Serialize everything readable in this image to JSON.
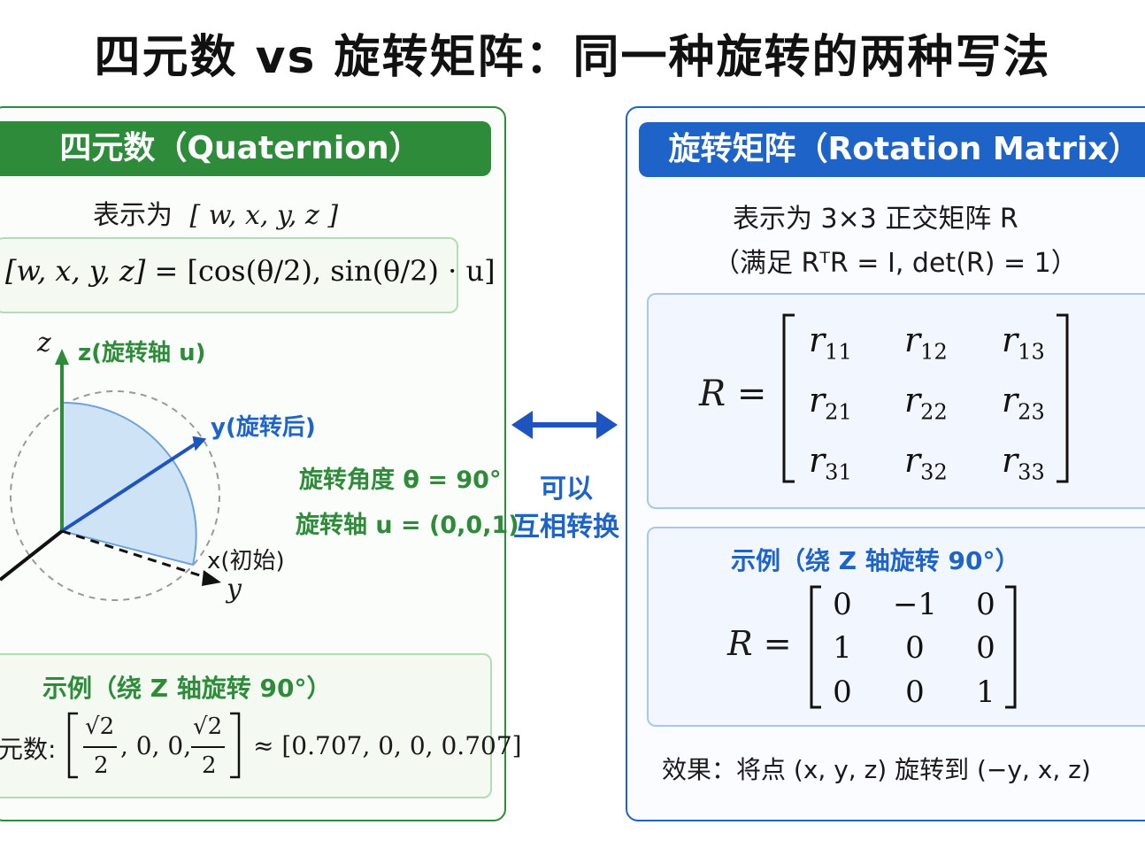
{
  "title": "四元数 vs 旋转矩阵：同一种旋转的两种写法",
  "left": {
    "header": "四元数（Quaternion）",
    "represent_label": "表示为",
    "represent_formula": "[ w, x, y, z ]",
    "formula_lhs": "[w, x, y, z] =",
    "formula_rhs": "[cos(θ/2), sin(θ/2) · u]",
    "diagram": {
      "z_axis": "z",
      "z_label": "z(旋转轴 u)",
      "y_rot_label": "y(旋转后)",
      "x_label": "x(初始)",
      "y_axis": "y",
      "angle_text": "旋转角度 θ = 90°",
      "axis_text": "旋转轴 u = (0,0,1)"
    },
    "example_title": "示例（绕 Z 轴旋转 90°）",
    "example_prefix": "元数:",
    "example_frac_num": "√2",
    "example_frac_den": "2",
    "example_mid": ", 0, 0,",
    "example_approx": "≈ [0.707, 0, 0, 0.707]"
  },
  "middle": {
    "line1": "可以",
    "line2": "互相转换"
  },
  "right": {
    "header": "旋转矩阵（Rotation Matrix）",
    "represent_line1": "表示为 3×3 正交矩阵 R",
    "represent_line2": "（满足 RᵀR = I, det(R) = 1）",
    "matrix_lhs": "R =",
    "matrix_cells": [
      [
        "r",
        "11"
      ],
      [
        "r",
        "12"
      ],
      [
        "r",
        "13"
      ],
      [
        "r",
        "21"
      ],
      [
        "r",
        "22"
      ],
      [
        "r",
        "23"
      ],
      [
        "r",
        "31"
      ],
      [
        "r",
        "32"
      ],
      [
        "r",
        "33"
      ]
    ],
    "example_title": "示例（绕 Z 轴旋转 90°）",
    "example_lhs": "R =",
    "example_matrix": [
      "0",
      "−1",
      "0",
      "1",
      "0",
      "0",
      "0",
      "0",
      "1"
    ],
    "effect_text": "效果：将点 (x, y, z) 旋转到 (−y, x, z)"
  },
  "colors": {
    "green": "#2e8b3a",
    "blue": "#1e64c8"
  }
}
